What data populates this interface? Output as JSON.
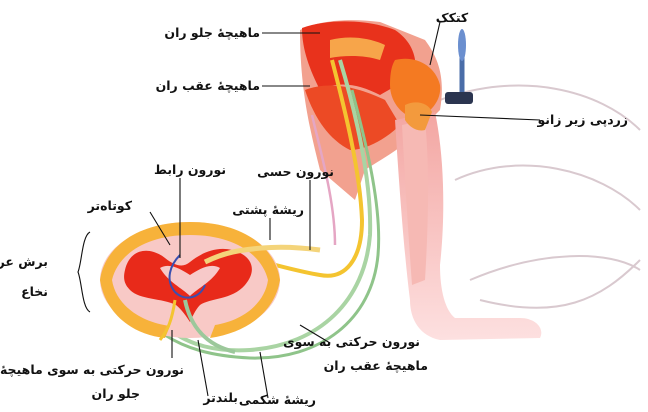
{
  "labels": {
    "front_thigh_muscle": "ماهیچهٔ جلو ران",
    "back_thigh_muscle": "ماهیچهٔ عقب ران",
    "hammer": "کتکک",
    "patellar_tendon": "زردپی زیر زانو",
    "sensory_neuron": "نورون حسی",
    "interneuron": "نورون رابط",
    "dorsal_root": "ریشهٔ پشتی",
    "short": "کوتاه‌تر",
    "cross_section_line1": "برش عرضی",
    "cross_section_line2": "نخاع",
    "motor_neuron_back": "نورون حرکتی به سوی",
    "motor_neuron_back_2": "ماهیچهٔ عقب ران",
    "motor_neuron_front": "نورون حرکتی به سوی ماهیچهٔ",
    "motor_neuron_front_2": "جلو ران",
    "longer": "بلندتر",
    "ventral_root": "ریشهٔ شکمی"
  },
  "colors": {
    "muscle_red": "#e8321c",
    "muscle_orange": "#f47a22",
    "skin_pink": "#f7c6c6",
    "nerve_green": "#a9d4a3",
    "nerve_yellow": "#f4c430",
    "gray_matter": "#e82a1a",
    "hammer_blue": "#4a6da8"
  }
}
